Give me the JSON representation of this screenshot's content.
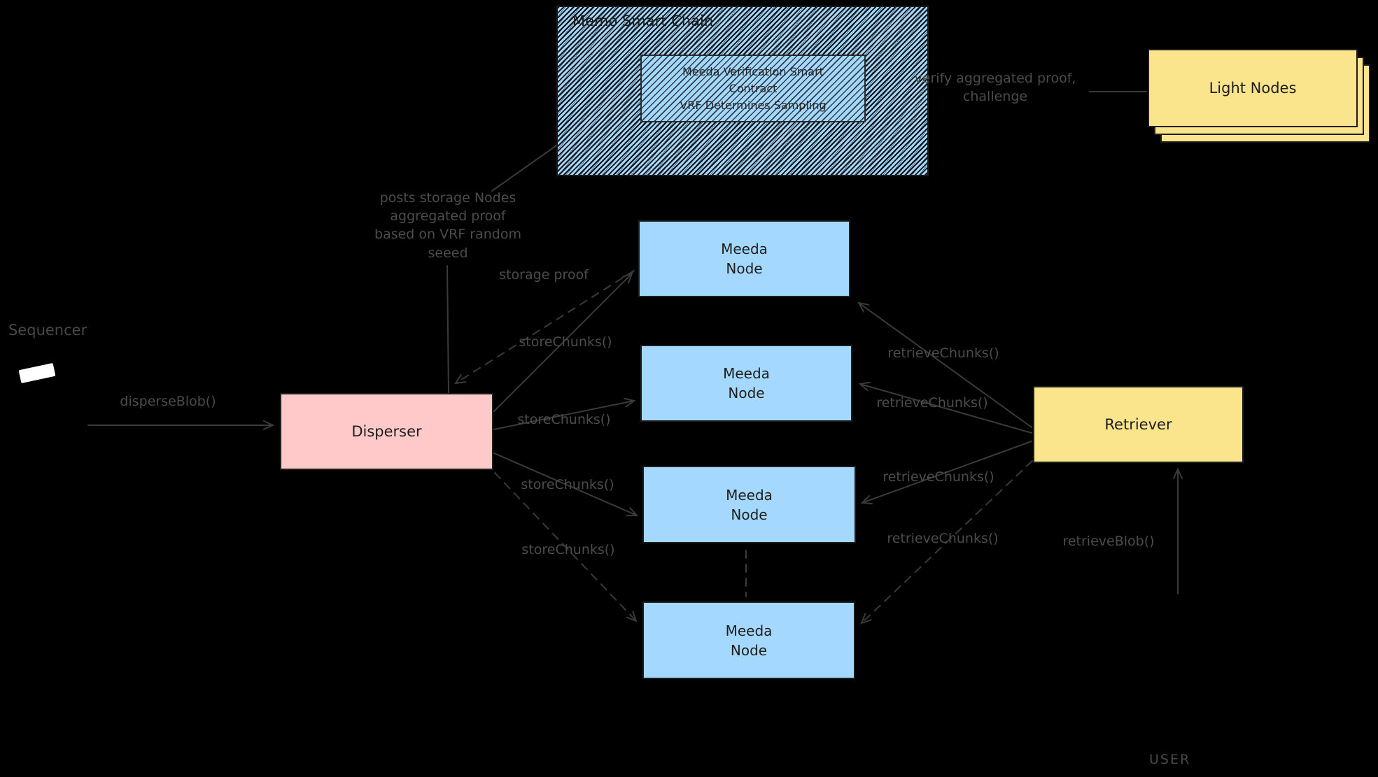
{
  "colors": {
    "background": "#000000",
    "node_blue": "#A5D8FF",
    "disperser_pink": "#FFC9C9",
    "yellow": "#FAE58D",
    "line": "#3A3A3A",
    "edge_label": "#4C4C4C",
    "dark_text": "#1E1E1E"
  },
  "chain": {
    "title": "Memo Smart Chain",
    "contract_label": "Meeda Verification Smart\nContract\nVRF Determines Sampling"
  },
  "light_nodes": {
    "label": "Light Nodes"
  },
  "sequencer": {
    "label": "Sequencer"
  },
  "disperser": {
    "label": "Disperser"
  },
  "meeda_nodes": [
    {
      "label": "Meeda\nNode"
    },
    {
      "label": "Meeda\nNode"
    },
    {
      "label": "Meeda\nNode"
    },
    {
      "label": "Meeda\nNode"
    }
  ],
  "retriever": {
    "label": "Retriever"
  },
  "user": {
    "label": "USER"
  },
  "edge_labels": {
    "disperse_blob": "disperseBlob()",
    "posts_proof": "posts storage Nodes\naggregated proof\nbased on VRF random\nseeed",
    "storage_proof": "storage proof",
    "store_chunks": [
      "storeChunks()",
      "storeChunks()",
      "storeChunks()",
      "storeChunks()"
    ],
    "retrieve_chunks": [
      "retrieveChunks()",
      "retrieveChunks()",
      "retrieveChunks()",
      "retrieveChunks()"
    ],
    "verify": "verify aggregated proof,\nchallenge",
    "retrieve_blob": "retrieveBlob()"
  }
}
